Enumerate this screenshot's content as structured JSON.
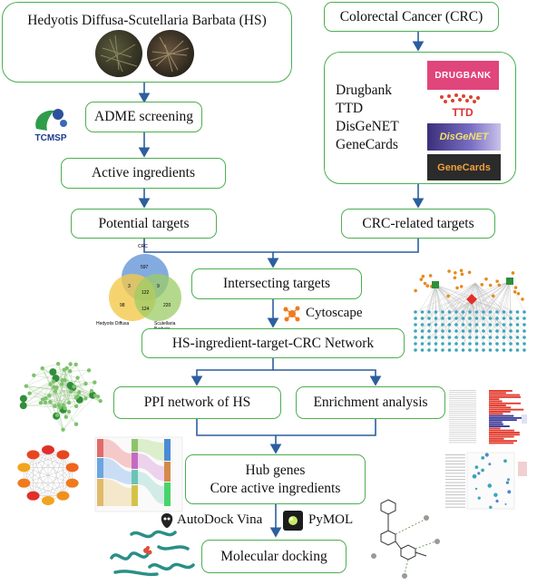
{
  "boxes": {
    "hs_title": "Hedyotis Diffusa-Scutellaria Barbata (HS)",
    "crc_title": "Colorectal Cancer (CRC)",
    "adme": "ADME screening",
    "active": "Active ingredients",
    "potential": "Potential targets",
    "crc_targets": "CRC-related targets",
    "intersecting": "Intersecting targets",
    "network": "HS-ingredient-target-CRC Network",
    "ppi": "PPI network of HS",
    "enrichment": "Enrichment analysis",
    "hub_line1": "Hub genes",
    "hub_line2": "Core active ingredients",
    "docking": "Molecular docking"
  },
  "databases": {
    "items": [
      "Drugbank",
      "TTD",
      "DisGeNET",
      "GeneCards"
    ],
    "logos": {
      "drugbank": "DRUGBANK",
      "ttd": "TTD",
      "disgenet": "DisGeNET",
      "genecards": "GeneCards"
    }
  },
  "tools": {
    "tcmsp": "TCMSP",
    "cytoscape": "Cytoscape",
    "autodock": "AutoDock Vina",
    "pymol": "PyMOL"
  },
  "venn": {
    "top": "CRC",
    "left": "Hedyotis Diffusa",
    "right": "Scutellaria Barbata",
    "values": [
      "597",
      "3",
      "9",
      "122",
      "98",
      "124",
      "220"
    ]
  },
  "colors": {
    "border": "#4caf50",
    "arrow": "#2b5f9e",
    "venn_a": "#f2c94c",
    "venn_b": "#9ccc65",
    "venn_c": "#5b8fd6"
  }
}
